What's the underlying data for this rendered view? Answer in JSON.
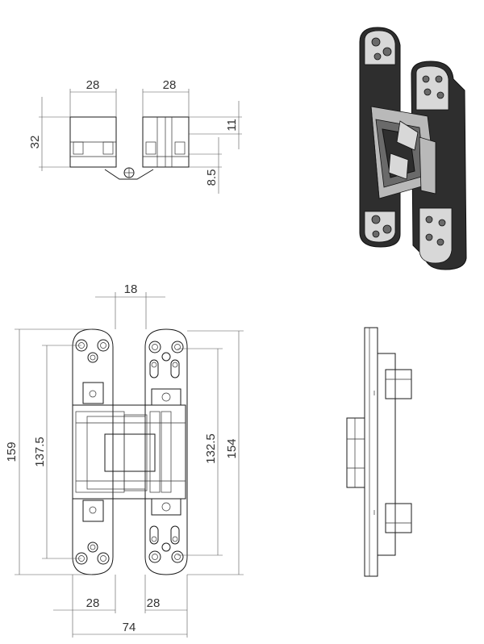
{
  "dimensions": {
    "top_width_left": "28",
    "top_width_right": "28",
    "top_height": "32",
    "top_offset_upper": "11",
    "top_offset_lower": "8.5",
    "front_center_gap": "18",
    "front_total_height": "159",
    "front_left_hole_span": "137.5",
    "front_right_hole_span": "132.5",
    "front_right_height": "154",
    "front_bottom_left": "28",
    "front_bottom_right": "28",
    "front_total_width": "74"
  },
  "colors": {
    "line": "#1a1a1a",
    "dimension": "#555555",
    "render_dark": "#2e2e2e",
    "render_mid": "#6a6a6a",
    "render_light": "#d8d8d8"
  }
}
